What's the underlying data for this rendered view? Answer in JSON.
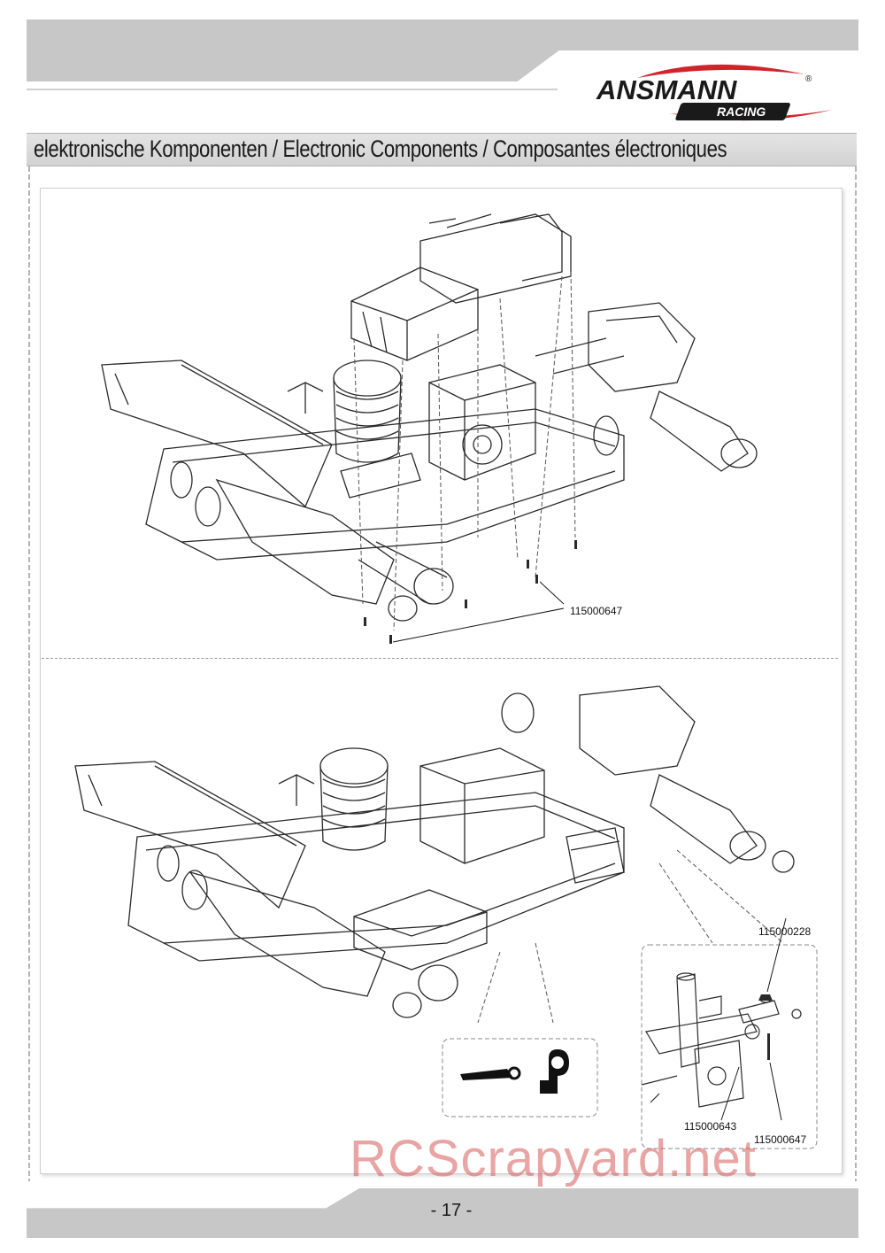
{
  "header": {
    "brand": "ANSMANN",
    "sub_brand": "RACING",
    "registered_mark": "®"
  },
  "title": "elektronische Komponenten / Electronic Components / Composantes électroniques",
  "top_diagram": {
    "part_labels": [
      "115000647"
    ]
  },
  "bottom_diagram": {
    "part_labels": [
      "115000228",
      "115000643",
      "115000647"
    ]
  },
  "page_number": "- 17 -",
  "watermark": "RCScrapyard.net",
  "colors": {
    "band_gray": "#c7c7c7",
    "logo_red": "#d2232a",
    "watermark_red": "#d75a5a"
  }
}
